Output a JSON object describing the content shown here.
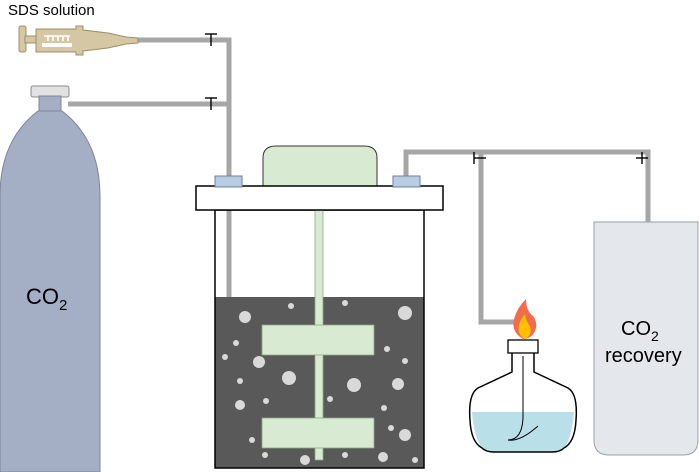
{
  "labels": {
    "sds_solution": "SDS solution",
    "co2_base": "CO",
    "co2_sub": "2",
    "recovery_line1_base": "CO",
    "recovery_line1_sub": "2",
    "recovery_line2": "recovery"
  },
  "colors": {
    "pipe": "#a6a6a6",
    "cylinder": "#a4aec5",
    "cylinder_valve": "#e2e2e2",
    "syringe": "#d6c7a4",
    "port": "#b8cce4",
    "reactor_lid_top": "#d9ead3",
    "liquid": "#595959",
    "bubble": "#d9d9d9",
    "stirrer": "#d9ead3",
    "recovery_tank": "#e4e7eb",
    "lamp_liquid": "#b9dfe9",
    "flame_outer": "#f26b4c",
    "flame_inner": "#ffc000"
  }
}
